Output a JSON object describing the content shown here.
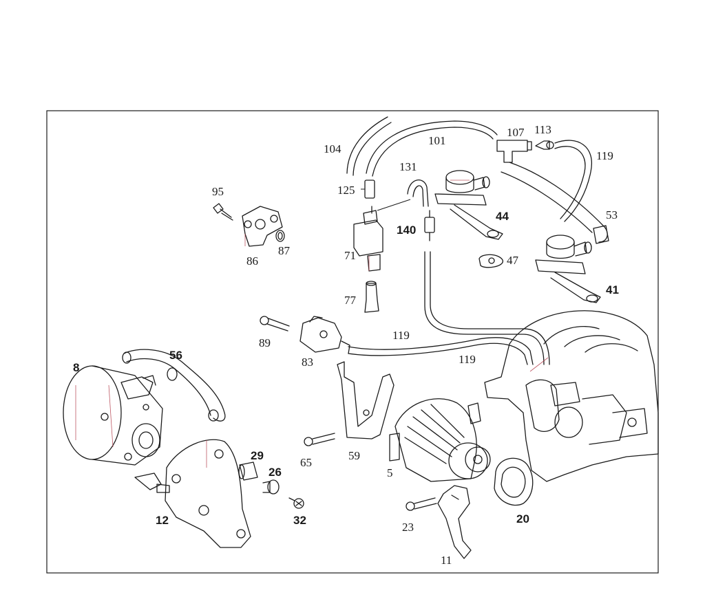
{
  "colors": {
    "line": "#1a1a1a",
    "accent": "#b23a48",
    "background": "#ffffff"
  },
  "labels": [
    {
      "id": "104",
      "text": "104",
      "bold": false
    },
    {
      "id": "101",
      "text": "101",
      "bold": false
    },
    {
      "id": "107",
      "text": "107",
      "bold": false
    },
    {
      "id": "113",
      "text": "113",
      "bold": false
    },
    {
      "id": "119a",
      "text": "119",
      "bold": false
    },
    {
      "id": "131",
      "text": "131",
      "bold": false
    },
    {
      "id": "125",
      "text": "125",
      "bold": false
    },
    {
      "id": "95",
      "text": "95",
      "bold": false
    },
    {
      "id": "44",
      "text": "44",
      "bold": true
    },
    {
      "id": "53",
      "text": "53",
      "bold": false
    },
    {
      "id": "140",
      "text": "140",
      "bold": true
    },
    {
      "id": "86",
      "text": "86",
      "bold": false
    },
    {
      "id": "87",
      "text": "87",
      "bold": false
    },
    {
      "id": "71",
      "text": "71",
      "bold": false
    },
    {
      "id": "47",
      "text": "47",
      "bold": false
    },
    {
      "id": "41",
      "text": "41",
      "bold": true
    },
    {
      "id": "77",
      "text": "77",
      "bold": false
    },
    {
      "id": "119b",
      "text": "119",
      "bold": false
    },
    {
      "id": "89",
      "text": "89",
      "bold": false
    },
    {
      "id": "83",
      "text": "83",
      "bold": false
    },
    {
      "id": "119c",
      "text": "119",
      "bold": false
    },
    {
      "id": "56",
      "text": "56",
      "bold": true
    },
    {
      "id": "8",
      "text": "8",
      "bold": true
    },
    {
      "id": "65",
      "text": "65",
      "bold": false
    },
    {
      "id": "59",
      "text": "59",
      "bold": false
    },
    {
      "id": "29",
      "text": "29",
      "bold": true
    },
    {
      "id": "26",
      "text": "26",
      "bold": true
    },
    {
      "id": "5",
      "text": "5",
      "bold": false
    },
    {
      "id": "12",
      "text": "12",
      "bold": true
    },
    {
      "id": "32",
      "text": "32",
      "bold": true
    },
    {
      "id": "23",
      "text": "23",
      "bold": false
    },
    {
      "id": "20",
      "text": "20",
      "bold": true
    },
    {
      "id": "11",
      "text": "11",
      "bold": false
    }
  ]
}
